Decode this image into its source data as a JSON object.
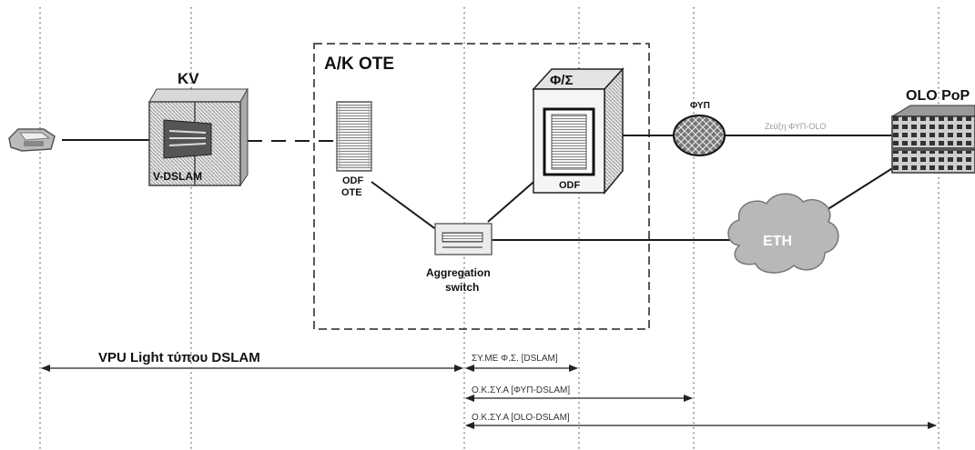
{
  "labels": {
    "kv": "KV",
    "v_dslam": "V-DSLAM",
    "ak_ote": "A/K OTE",
    "odf_ote_line1": "ODF",
    "odf_ote_line2": "OTE",
    "phi_sigma": "Φ/Σ",
    "odf": "ODF",
    "fyp": "ΦΥΠ",
    "olo_pop": "OLO PoP",
    "eth": "ETH",
    "aggregation_line1": "Aggregation",
    "aggregation_line2": "switch",
    "link_faint": "Ζεύξη ΦΥΠ-OLO"
  },
  "dimensions": {
    "vpu_light": "VPU Light τύπου DSLAM",
    "sy_me": "ΣΥ.ΜΕ Φ.Σ. [DSLAM]",
    "ok_sya_fyp": "Ο.Κ.ΣΥ.Α [ΦΥΠ-DSLAM]",
    "ok_sya_olo": "Ο.Κ.ΣΥ.Α [OLO-DSLAM]"
  },
  "icons": {
    "customer": "customer-premises-icon",
    "cabinet": "street-cabinet-icon",
    "odf_ote": "odf-rack-icon",
    "phi_sigma": "colocation-cabinet-icon",
    "switch": "aggregation-switch-icon",
    "fyp": "fyp-sphere-icon",
    "olo": "olo-building-icon",
    "eth": "eth-cloud-icon"
  },
  "colors": {
    "line": "#1a1a1a",
    "dotted": "#555555",
    "faint_text": "#888888"
  }
}
